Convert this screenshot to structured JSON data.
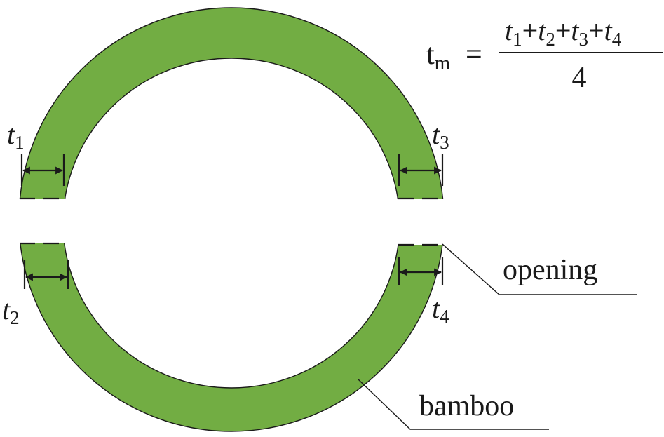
{
  "colors": {
    "bamboo_fill": "#72ad43",
    "outline": "#1a1a1a",
    "background": "#ffffff"
  },
  "formula": {
    "lhs_base": "t",
    "lhs_sub": "m",
    "equals": "=",
    "numerator": {
      "terms": [
        {
          "base": "t",
          "sub": "1"
        },
        {
          "base": "t",
          "sub": "2"
        },
        {
          "base": "t",
          "sub": "3"
        },
        {
          "base": "t",
          "sub": "4"
        }
      ],
      "plus": "+"
    },
    "denominator": "4"
  },
  "thickness_labels": [
    {
      "base": "t",
      "sub": "1"
    },
    {
      "base": "t",
      "sub": "2"
    },
    {
      "base": "t",
      "sub": "3"
    },
    {
      "base": "t",
      "sub": "4"
    }
  ],
  "callouts": {
    "opening": "opening",
    "bamboo": "bamboo"
  }
}
